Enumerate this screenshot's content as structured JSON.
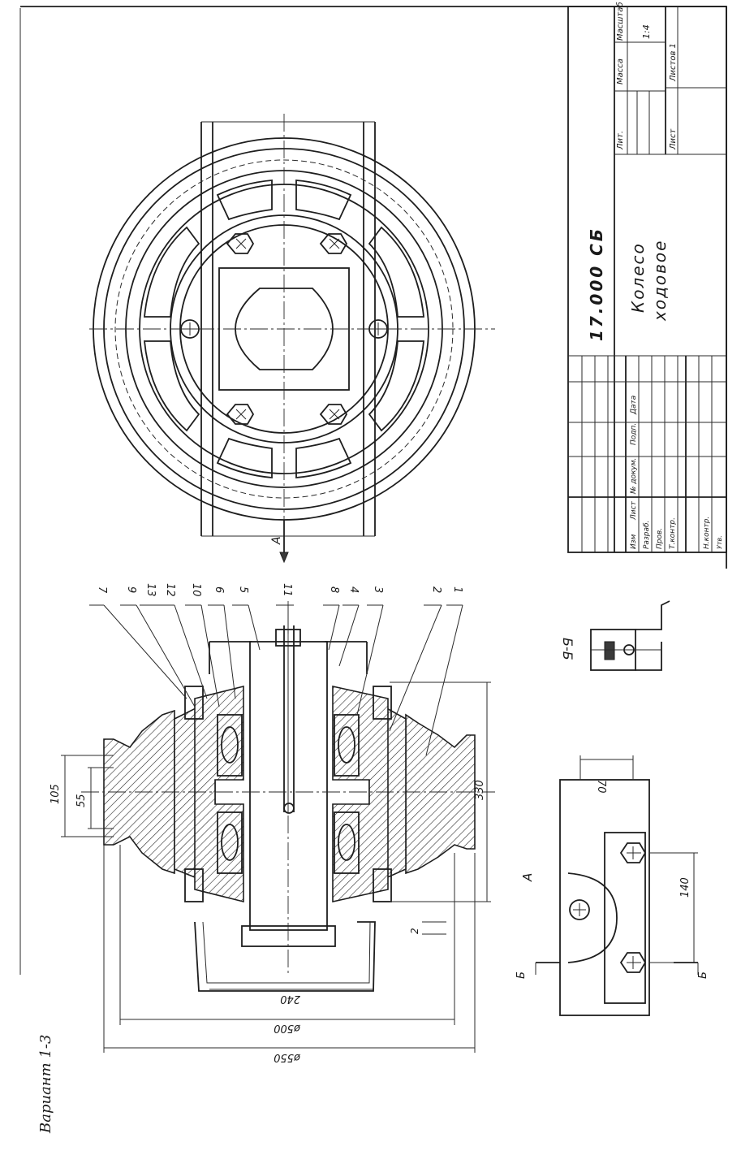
{
  "title_block": {
    "designation": "17.000 СБ",
    "name_line1": "Колесо",
    "name_line2": "ходовое",
    "col_lit": "Лит.",
    "col_mass": "Масса",
    "col_scale": "Масштаб",
    "scale_value": "1:4",
    "sheet_label": "Лист",
    "sheets_label": "Листов 1",
    "rev_headers": [
      "Изм",
      "Лист",
      "№ докум.",
      "Подп.",
      "Дата"
    ],
    "roles": [
      "Разраб.",
      "Пров.",
      "Т.контр.",
      "",
      "Н.контр.",
      "Утв."
    ]
  },
  "variant_label": "Вариант 1-3",
  "section_labels": {
    "view_a_arrow": "А",
    "view_a_side": "А",
    "section_bb": "Б-Б",
    "cut_mark_left": "Б",
    "cut_mark_right": "Б"
  },
  "part_numbers": [
    "7",
    "9",
    "13",
    "12",
    "10",
    "6",
    "5",
    "11",
    "8",
    "4",
    "3",
    "2",
    "1"
  ],
  "dimensions": {
    "d105": "105",
    "d55": "55",
    "d330": "330",
    "d240": "240",
    "d500": "ø500",
    "d550": "ø550",
    "d2": "2",
    "d70": "70",
    "d140": "140"
  }
}
